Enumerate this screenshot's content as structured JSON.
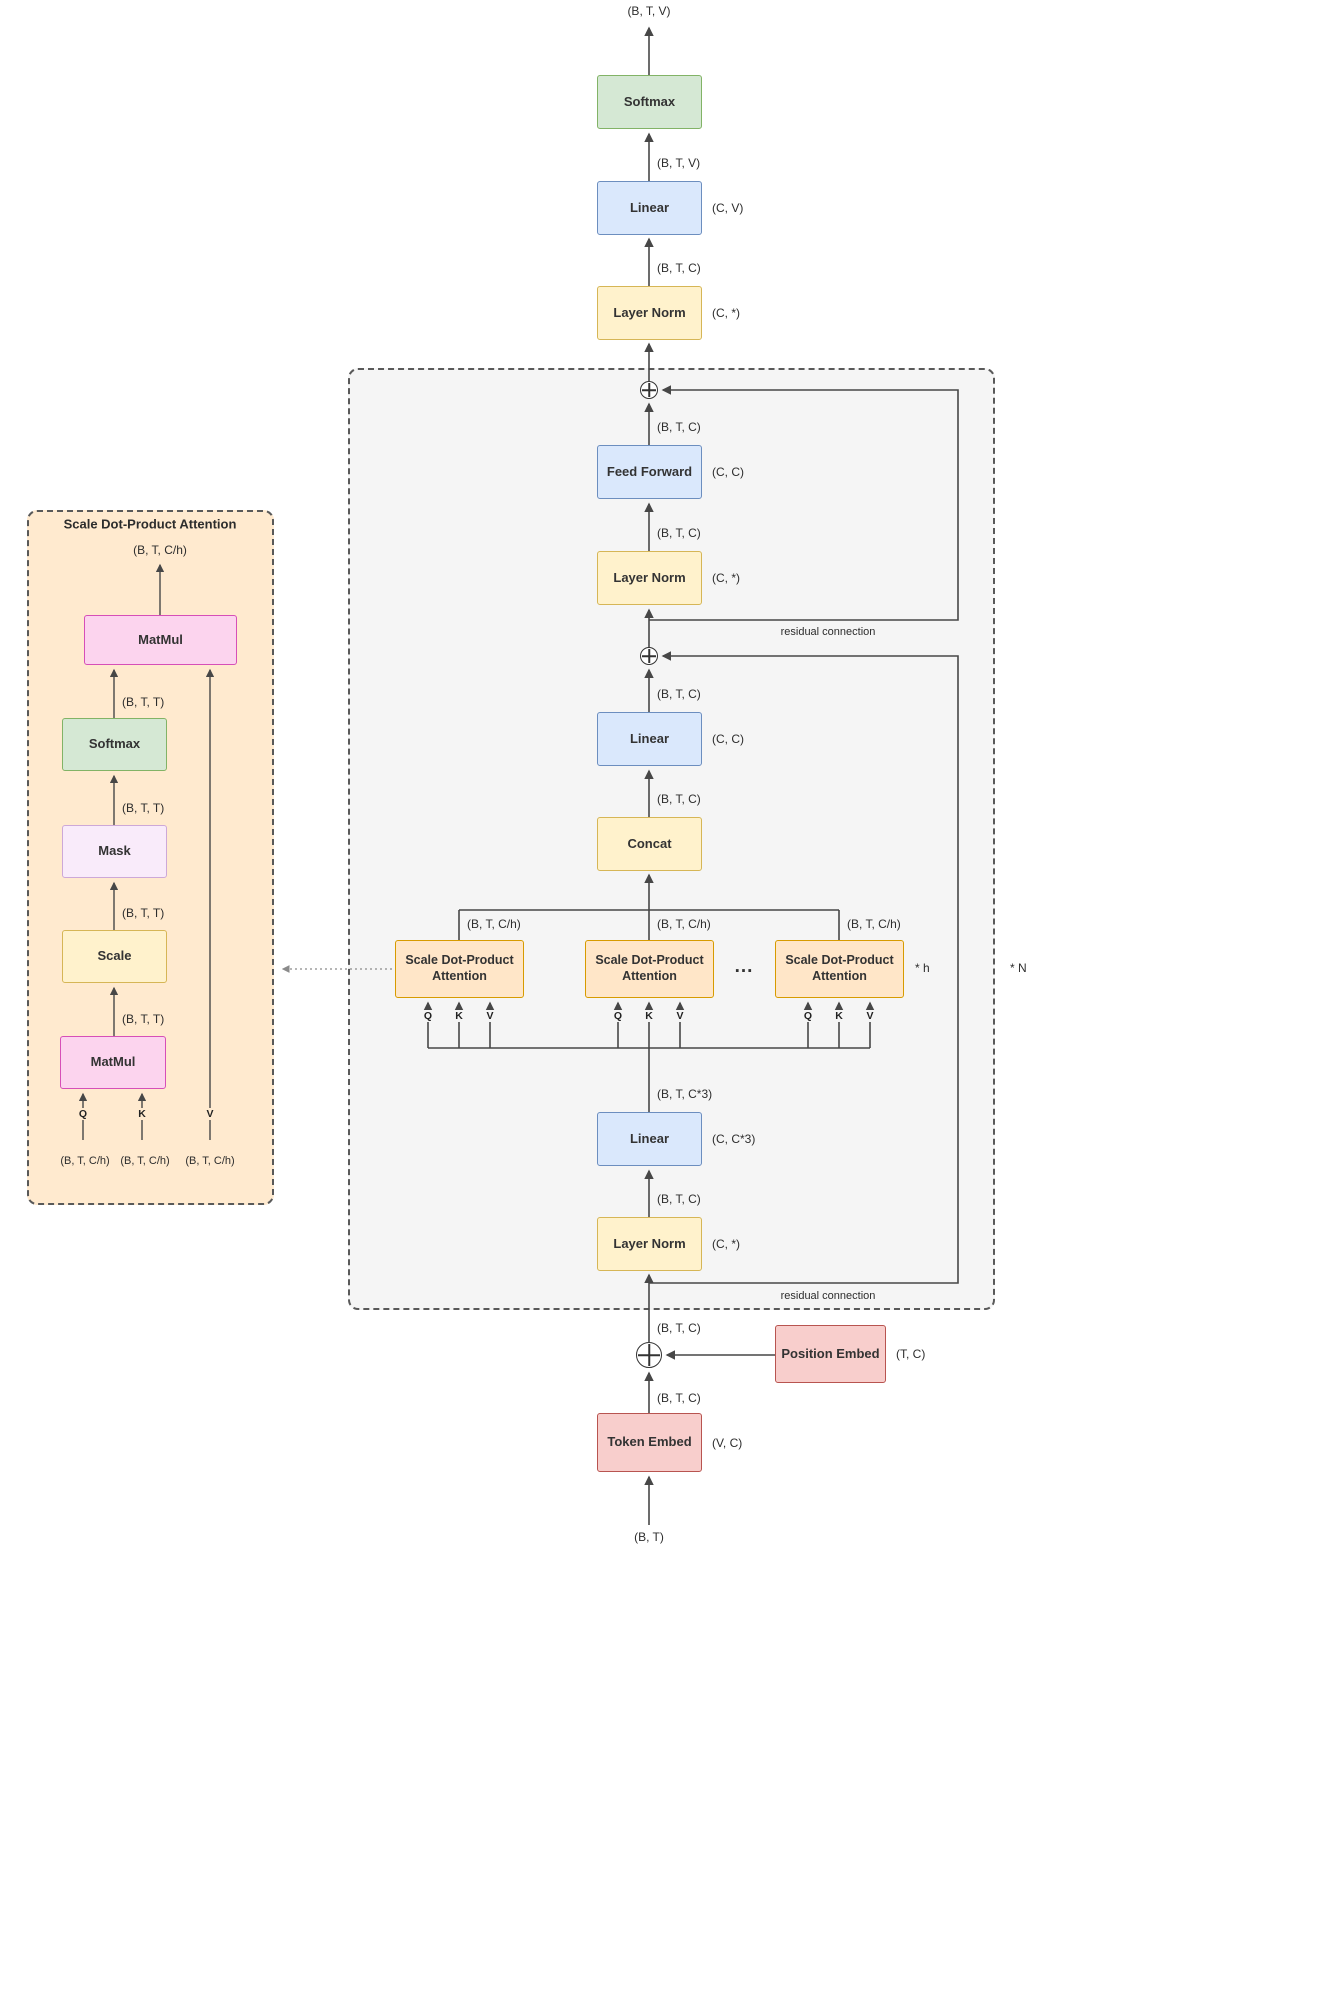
{
  "meta": {
    "description": "Decoder-only Transformer architecture diagram with scaled dot-product attention detail"
  },
  "colors": {
    "softmax_fill": "#d5e8d4",
    "softmax_stroke": "#82b366",
    "linear_fill": "#dae8fc",
    "linear_stroke": "#6c8ebf",
    "norm_fill": "#fff2cc",
    "norm_stroke": "#d6b656",
    "embed_fill": "#f8cecc",
    "embed_stroke": "#b85450",
    "attention_fill": "#ffe6c8",
    "attention_stroke": "#d79b00",
    "matmul_fill": "#fcd4ee",
    "matmul_stroke": "#d64fb8",
    "mask_fill": "#f9ebfa",
    "mask_stroke": "#cda8d8",
    "block_fill": "#f5f5f5",
    "detail_fill": "#ffeacf",
    "wire": "#474747"
  },
  "nodes": {
    "softmax": "Softmax",
    "linear": "Linear",
    "layer_norm": "Layer Norm",
    "feed_forward": "Feed Forward",
    "concat": "Concat",
    "attention_head": "Scale Dot-Product Attention",
    "token_embed": "Token Embed",
    "position_embed": "Position Embed",
    "matmul": "MatMul",
    "mask": "Mask",
    "scale": "Scale"
  },
  "dims": {
    "btv": "(B, T, V)",
    "btc": "(B, T, C)",
    "btc3": "(B, T, C*3)",
    "btch": "(B, T, C/h)",
    "btt": "(B, T, T)",
    "bt": "(B, T)",
    "cv": "(C, V)",
    "c_any": "(C, *)",
    "cc": "(C, C)",
    "cc3": "(C, C*3)",
    "tc": "(T, C)",
    "vc": "(V, C)"
  },
  "annotations": {
    "residual": "residual connection",
    "repeat_n": "* N",
    "repeat_h": "* h",
    "ellipsis": "...",
    "q": "Q",
    "k": "K",
    "v": "V",
    "detail_title": "Scale Dot-Product Attention"
  }
}
